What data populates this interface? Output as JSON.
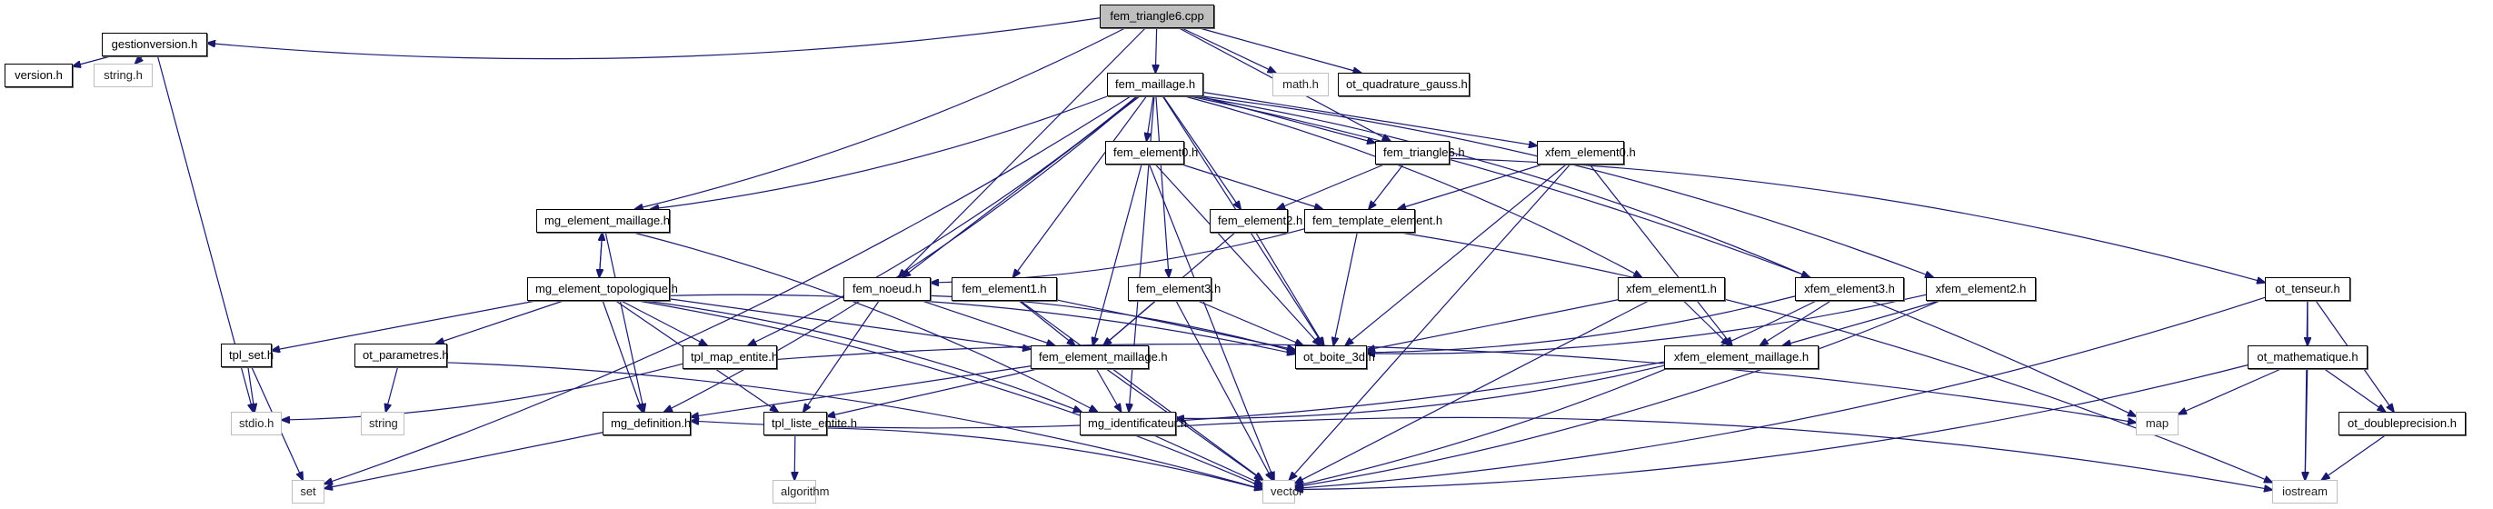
{
  "diagram": {
    "title": "fem_triangle6.cpp include dependency graph",
    "edge_color": "#191970",
    "root_fill": "#bfbfbf",
    "nodes": [
      {
        "id": "fem_triangle6_cpp",
        "label": "fem_triangle6.cpp",
        "kind": "root"
      },
      {
        "id": "gestionversion_h",
        "label": "gestionversion.h",
        "kind": "documented"
      },
      {
        "id": "version_h",
        "label": "version.h",
        "kind": "documented"
      },
      {
        "id": "string_h",
        "label": "string.h",
        "kind": "system"
      },
      {
        "id": "stdio_h",
        "label": "stdio.h",
        "kind": "system"
      },
      {
        "id": "fem_maillage_h",
        "label": "fem_maillage.h",
        "kind": "documented"
      },
      {
        "id": "math_h",
        "label": "math.h",
        "kind": "system"
      },
      {
        "id": "ot_quadrature_gauss_h",
        "label": "ot_quadrature_gauss.h",
        "kind": "documented"
      },
      {
        "id": "mg_element_maillage_h",
        "label": "mg_element_maillage.h",
        "kind": "documented"
      },
      {
        "id": "mg_element_topologique_h",
        "label": "mg_element_topologique.h",
        "kind": "documented"
      },
      {
        "id": "tpl_set_h",
        "label": "tpl_set.h",
        "kind": "documented"
      },
      {
        "id": "ot_parametres_h",
        "label": "ot_parametres.h",
        "kind": "documented"
      },
      {
        "id": "string",
        "label": "string",
        "kind": "system"
      },
      {
        "id": "set",
        "label": "set",
        "kind": "system"
      },
      {
        "id": "tpl_map_entite_h",
        "label": "tpl_map_entite.h",
        "kind": "documented"
      },
      {
        "id": "mg_definition_h",
        "label": "mg_definition.h",
        "kind": "documented"
      },
      {
        "id": "tpl_liste_entite_h",
        "label": "tpl_liste_entite.h",
        "kind": "documented"
      },
      {
        "id": "algorithm",
        "label": "algorithm",
        "kind": "system"
      },
      {
        "id": "fem_noeud_h",
        "label": "fem_noeud.h",
        "kind": "documented"
      },
      {
        "id": "fem_element1_h",
        "label": "fem_element1.h",
        "kind": "documented"
      },
      {
        "id": "fem_element0_h",
        "label": "fem_element0.h",
        "kind": "documented"
      },
      {
        "id": "fem_element2_h",
        "label": "fem_element2.h",
        "kind": "documented"
      },
      {
        "id": "fem_element3_h",
        "label": "fem_element3.h",
        "kind": "documented"
      },
      {
        "id": "fem_template_element_h",
        "label": "fem_template_element.h",
        "kind": "documented"
      },
      {
        "id": "fem_triangle6_h",
        "label": "fem_triangle6.h",
        "kind": "documented"
      },
      {
        "id": "fem_element_maillage_h",
        "label": "fem_element_maillage.h",
        "kind": "documented"
      },
      {
        "id": "ot_boite_3d_h",
        "label": "ot_boite_3d.h",
        "kind": "documented"
      },
      {
        "id": "mg_identificateur_h",
        "label": "mg_identificateur.h",
        "kind": "documented"
      },
      {
        "id": "vector",
        "label": "vector",
        "kind": "system"
      },
      {
        "id": "xfem_element0_h",
        "label": "xfem_element0.h",
        "kind": "documented"
      },
      {
        "id": "xfem_element1_h",
        "label": "xfem_element1.h",
        "kind": "documented"
      },
      {
        "id": "xfem_element3_h",
        "label": "xfem_element3.h",
        "kind": "documented"
      },
      {
        "id": "xfem_element2_h",
        "label": "xfem_element2.h",
        "kind": "documented"
      },
      {
        "id": "xfem_element_maillage_h",
        "label": "xfem_element_maillage.h",
        "kind": "documented"
      },
      {
        "id": "ot_tenseur_h",
        "label": "ot_tenseur.h",
        "kind": "documented"
      },
      {
        "id": "ot_mathematique_h",
        "label": "ot_mathematique.h",
        "kind": "documented"
      },
      {
        "id": "ot_doubleprecision_h",
        "label": "ot_doubleprecision.h",
        "kind": "documented"
      },
      {
        "id": "map",
        "label": "map",
        "kind": "system"
      },
      {
        "id": "iostream",
        "label": "iostream",
        "kind": "system"
      }
    ],
    "edges": [
      [
        "fem_triangle6_cpp",
        "gestionversion_h"
      ],
      [
        "fem_triangle6_cpp",
        "fem_maillage_h"
      ],
      [
        "fem_triangle6_cpp",
        "math_h"
      ],
      [
        "fem_triangle6_cpp",
        "ot_quadrature_gauss_h"
      ],
      [
        "fem_triangle6_cpp",
        "mg_element_maillage_h"
      ],
      [
        "fem_triangle6_cpp",
        "fem_noeud_h"
      ],
      [
        "fem_triangle6_cpp",
        "fem_triangle6_h"
      ],
      [
        "gestionversion_h",
        "version_h"
      ],
      [
        "gestionversion_h",
        "string_h"
      ],
      [
        "gestionversion_h",
        "stdio_h"
      ],
      [
        "fem_maillage_h",
        "mg_element_maillage_h"
      ],
      [
        "fem_maillage_h",
        "fem_noeud_h"
      ],
      [
        "fem_maillage_h",
        "fem_element0_h"
      ],
      [
        "fem_maillage_h",
        "fem_element1_h"
      ],
      [
        "fem_maillage_h",
        "fem_element2_h"
      ],
      [
        "fem_maillage_h",
        "fem_element3_h"
      ],
      [
        "fem_maillage_h",
        "fem_triangle6_h"
      ],
      [
        "fem_maillage_h",
        "xfem_element0_h"
      ],
      [
        "fem_maillage_h",
        "xfem_element1_h"
      ],
      [
        "fem_maillage_h",
        "xfem_element2_h"
      ],
      [
        "fem_maillage_h",
        "xfem_element3_h"
      ],
      [
        "fem_maillage_h",
        "tpl_map_entite_h"
      ],
      [
        "fem_maillage_h",
        "mg_definition_h"
      ],
      [
        "fem_maillage_h",
        "mg_identificateur_h"
      ],
      [
        "fem_maillage_h",
        "ot_boite_3d_h"
      ],
      [
        "fem_maillage_h",
        "set"
      ],
      [
        "fem_maillage_h",
        "map"
      ],
      [
        "mg_element_maillage_h",
        "mg_element_topologique_h"
      ],
      [
        "mg_element_topologique_h",
        "mg_element_maillage_h"
      ],
      [
        "mg_element_maillage_h",
        "mg_definition_h"
      ],
      [
        "mg_element_maillage_h",
        "mg_identificateur_h"
      ],
      [
        "mg_element_topologique_h",
        "tpl_set_h"
      ],
      [
        "mg_element_topologique_h",
        "ot_parametres_h"
      ],
      [
        "mg_element_topologique_h",
        "tpl_map_entite_h"
      ],
      [
        "mg_element_topologique_h",
        "mg_definition_h"
      ],
      [
        "mg_element_topologique_h",
        "tpl_liste_entite_h"
      ],
      [
        "mg_element_topologique_h",
        "mg_identificateur_h"
      ],
      [
        "mg_element_topologique_h",
        "fem_element_maillage_h"
      ],
      [
        "mg_element_topologique_h",
        "ot_boite_3d_h"
      ],
      [
        "mg_element_topologique_h",
        "vector"
      ],
      [
        "tpl_set_h",
        "stdio_h"
      ],
      [
        "tpl_set_h",
        "set"
      ],
      [
        "ot_parametres_h",
        "string"
      ],
      [
        "ot_parametres_h",
        "vector"
      ],
      [
        "tpl_map_entite_h",
        "stdio_h"
      ],
      [
        "tpl_map_entite_h",
        "map"
      ],
      [
        "mg_definition_h",
        "set"
      ],
      [
        "tpl_liste_entite_h",
        "algorithm"
      ],
      [
        "tpl_liste_entite_h",
        "vector"
      ],
      [
        "fem_noeud_h",
        "fem_element_maillage_h"
      ],
      [
        "fem_noeud_h",
        "tpl_liste_entite_h"
      ],
      [
        "fem_noeud_h",
        "ot_boite_3d_h"
      ],
      [
        "fem_element1_h",
        "fem_element_maillage_h"
      ],
      [
        "fem_element1_h",
        "ot_boite_3d_h"
      ],
      [
        "fem_element1_h",
        "vector"
      ],
      [
        "fem_element0_h",
        "fem_template_element_h"
      ],
      [
        "fem_element0_h",
        "fem_element_maillage_h"
      ],
      [
        "fem_element0_h",
        "ot_boite_3d_h"
      ],
      [
        "fem_element0_h",
        "vector"
      ],
      [
        "fem_element2_h",
        "fem_element_maillage_h"
      ],
      [
        "fem_element2_h",
        "ot_boite_3d_h"
      ],
      [
        "fem_element3_h",
        "fem_element_maillage_h"
      ],
      [
        "fem_element3_h",
        "ot_boite_3d_h"
      ],
      [
        "fem_element3_h",
        "vector"
      ],
      [
        "fem_triangle6_h",
        "fem_element2_h"
      ],
      [
        "fem_triangle6_h",
        "fem_template_element_h"
      ],
      [
        "fem_triangle6_h",
        "ot_tenseur_h"
      ],
      [
        "fem_template_element_h",
        "fem_noeud_h"
      ],
      [
        "fem_template_element_h",
        "ot_boite_3d_h"
      ],
      [
        "fem_template_element_h",
        "iostream"
      ],
      [
        "fem_element_maillage_h",
        "mg_definition_h"
      ],
      [
        "fem_element_maillage_h",
        "tpl_liste_entite_h"
      ],
      [
        "fem_element_maillage_h",
        "mg_identificateur_h"
      ],
      [
        "fem_element_maillage_h",
        "vector"
      ],
      [
        "mg_identificateur_h",
        "vector"
      ],
      [
        "mg_identificateur_h",
        "iostream"
      ],
      [
        "xfem_element0_h",
        "fem_template_element_h"
      ],
      [
        "xfem_element0_h",
        "xfem_element_maillage_h"
      ],
      [
        "xfem_element0_h",
        "ot_boite_3d_h"
      ],
      [
        "xfem_element0_h",
        "vector"
      ],
      [
        "xfem_element1_h",
        "xfem_element_maillage_h"
      ],
      [
        "xfem_element1_h",
        "ot_boite_3d_h"
      ],
      [
        "xfem_element1_h",
        "vector"
      ],
      [
        "xfem_element3_h",
        "xfem_element_maillage_h"
      ],
      [
        "xfem_element3_h",
        "ot_boite_3d_h"
      ],
      [
        "xfem_element3_h",
        "vector"
      ],
      [
        "xfem_element2_h",
        "xfem_element_maillage_h"
      ],
      [
        "xfem_element2_h",
        "ot_boite_3d_h"
      ],
      [
        "xfem_element2_h",
        "vector"
      ],
      [
        "xfem_element_maillage_h",
        "mg_definition_h"
      ],
      [
        "xfem_element_maillage_h",
        "mg_identificateur_h"
      ],
      [
        "ot_tenseur_h",
        "ot_mathematique_h"
      ],
      [
        "ot_tenseur_h",
        "ot_doubleprecision_h"
      ],
      [
        "ot_tenseur_h",
        "vector"
      ],
      [
        "ot_tenseur_h",
        "iostream"
      ],
      [
        "ot_mathematique_h",
        "ot_doubleprecision_h"
      ],
      [
        "ot_mathematique_h",
        "map"
      ],
      [
        "ot_mathematique_h",
        "vector"
      ],
      [
        "ot_mathematique_h",
        "iostream"
      ],
      [
        "ot_doubleprecision_h",
        "iostream"
      ]
    ]
  }
}
